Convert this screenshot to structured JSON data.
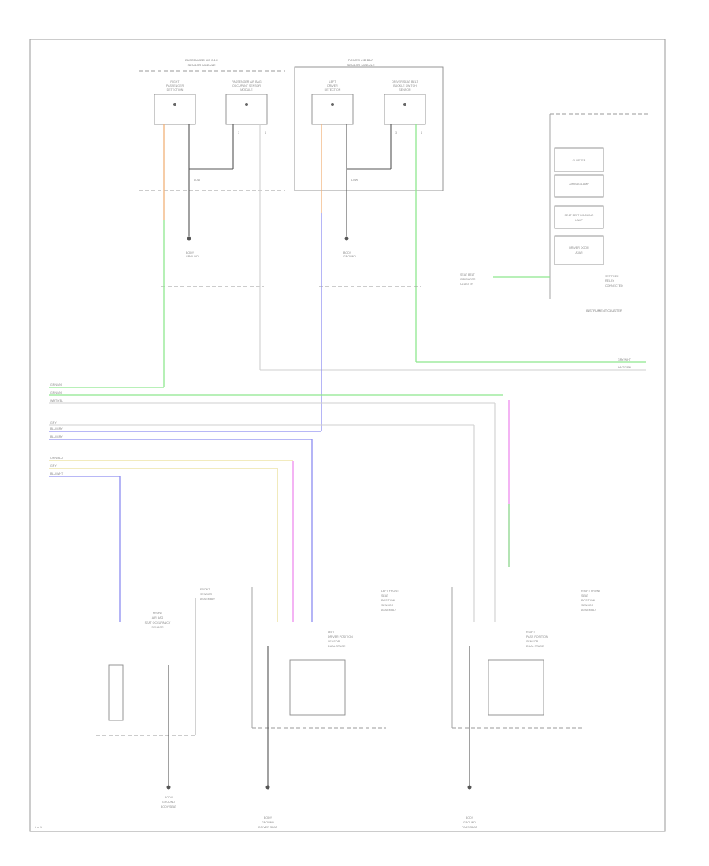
{
  "diagram": {
    "footer_left": "1 of 1",
    "top_left_module": {
      "title": "PASSENGER AIR BAG",
      "subtitle": "SENSOR MODULE",
      "left_sensor": [
        "RIGHT",
        "PASSENGER",
        "DETECTION"
      ],
      "right_sensor": [
        "PASSENGER AIR BAG",
        "OCCUPANT SENSOR",
        "MODULE"
      ],
      "pin_a": "3",
      "pin_b": "4",
      "jumper": "LOW"
    },
    "top_mid_module": {
      "title": "DRIVER AIR BAG",
      "subtitle": "SENSOR MODULE",
      "left_sensor": [
        "LEFT",
        "DRIVER",
        "DETECTION"
      ],
      "right_sensor": [
        "DRIVER SEAT BELT",
        "BUCKLE SWITCH",
        "SENSOR"
      ],
      "pin_a": "3",
      "pin_b": "4",
      "jumper": "LOW"
    },
    "grounds_top": [
      {
        "label": [
          "BODY",
          "GROUND"
        ]
      },
      {
        "label": [
          "BODY",
          "GROUND"
        ]
      }
    ],
    "cluster": {
      "items": [
        "CLUSTER",
        "AIR BAG LAMP",
        "SEAT BELT WARNING",
        "LAMP",
        "DRIVER DOOR",
        "AJAR"
      ],
      "input_label": [
        "SEAT BELT",
        "INDICATOR",
        "CLUSTER"
      ],
      "output_label": [
        "SET FREE",
        "RELAY",
        "CONNECTED"
      ],
      "name": "INSTRUMENT CLUSTER"
    },
    "bus_left": {
      "group1": [
        "GRN/VIO",
        "GRN/VIO",
        "WHT/YEL"
      ],
      "group2": [
        "GRY",
        "BLU/GRY",
        "BLU/GRY"
      ],
      "group3": [
        "ORN/BLU",
        "GRY",
        "BLU/WHT"
      ]
    },
    "right_taps": [
      "GRY/WHT",
      "WHT/GRN"
    ],
    "bottom_modules": [
      {
        "name": [
          "FRONT",
          "SENSOR",
          "ASSEMBLY"
        ],
        "inner": [
          "FRONT",
          "AIR BAG",
          "SEAT OCCUPANCY",
          "SENSOR"
        ],
        "ground": [
          "BODY",
          "GROUND",
          "BODY SEAT"
        ]
      },
      {
        "name": [
          "LEFT FRONT",
          "SEAT",
          "POSITION",
          "SENSOR",
          "ASSEMBLY"
        ],
        "inner": [
          "LEFT",
          "DRIVER POSITION",
          "SENSOR",
          "DUAL STAGE"
        ],
        "ground": [
          "BODY",
          "GROUND",
          "DRIVER SEAT"
        ]
      },
      {
        "name": [
          "RIGHT FRONT",
          "SEAT",
          "POSITION",
          "SENSOR",
          "ASSEMBLY"
        ],
        "inner": [
          "RIGHT",
          "PASS POSITION",
          "SENSOR",
          "DUAL STAGE"
        ],
        "ground": [
          "BODY",
          "GROUND",
          "PASS SEAT"
        ]
      }
    ]
  }
}
